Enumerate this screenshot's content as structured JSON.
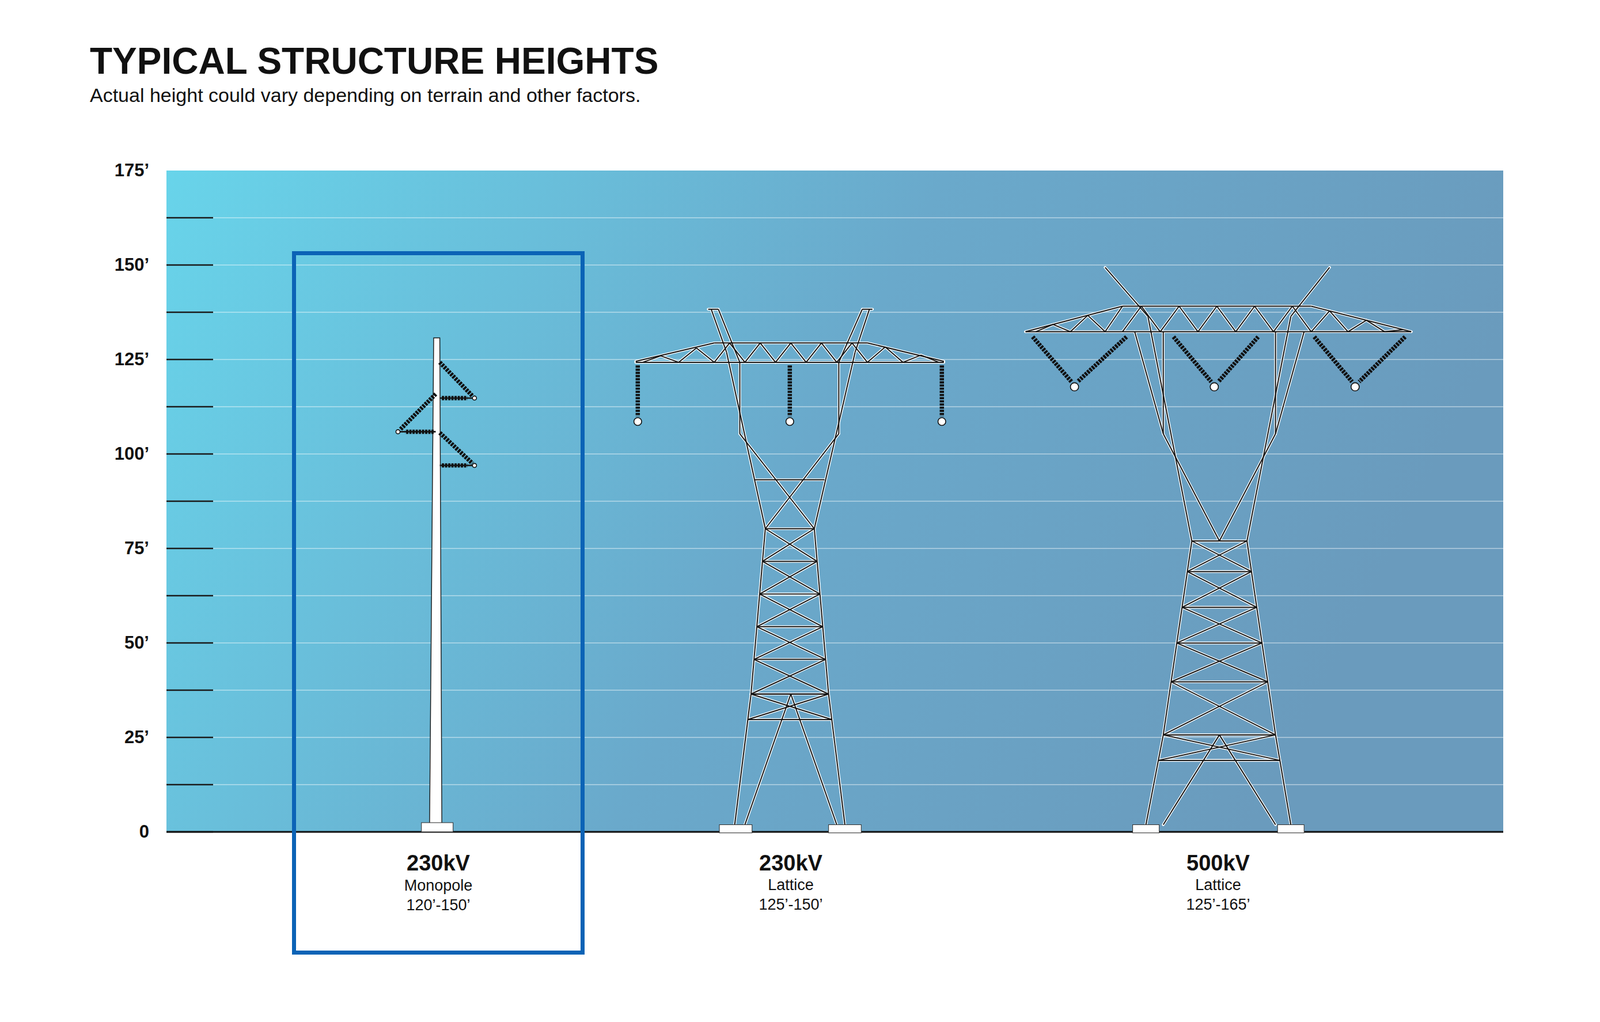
{
  "diagram": {
    "title": "TYPICAL STRUCTURE HEIGHTS",
    "nodes": [
      {
        "text": [
          "230kV",
          "Monopole",
          "120’-150’"
        ]
      }
    ],
    "labels": [
      "Actual height could vary depending on terrain and other factors.",
      "175’",
      "150’",
      "125’",
      "100’",
      "75’",
      "50’",
      "25’",
      "0",
      "230kV",
      "Lattice",
      "125’-150’",
      "500kV",
      "Lattice",
      "125’-165’"
    ]
  }
}
